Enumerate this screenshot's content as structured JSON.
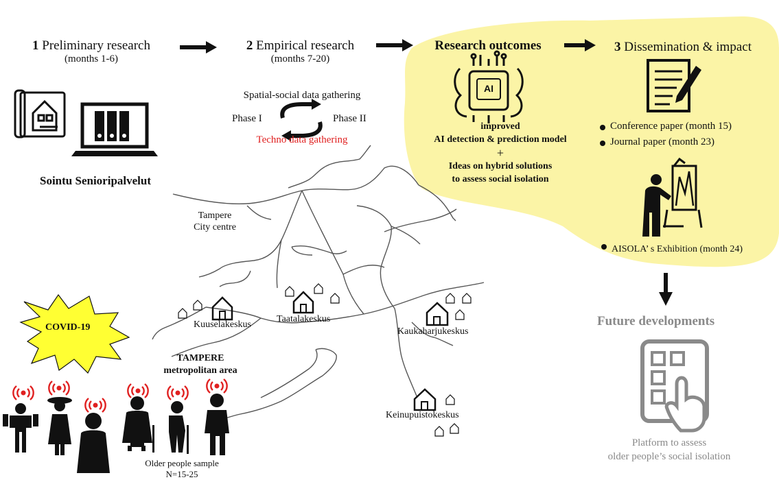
{
  "phases": {
    "p1": {
      "number": "1",
      "title": "Preliminary research",
      "period": "(months 1-6)"
    },
    "p2": {
      "number": "2",
      "title": "Empirical research",
      "period": "(months 7-20)"
    },
    "outcomes": {
      "title": "Research outcomes"
    },
    "p3": {
      "number": "3",
      "title": "Dissemination & impact"
    }
  },
  "preliminary": {
    "org": "Sointu Senioripalvelut"
  },
  "empirical": {
    "spatial": "Spatial-social data gathering",
    "phase1": "Phase I",
    "phase2": "Phase II",
    "techno": "Techno data gathering"
  },
  "outcomes": {
    "line1": "improved",
    "line2": "AI detection & prediction model",
    "plus": "+",
    "line3": "Ideas on hybrid solutions",
    "line4": "to assess social isolation",
    "chip_label": "AI"
  },
  "dissemination": {
    "items": [
      "Conference paper (month 15)",
      "Journal paper (month 23)"
    ],
    "exhibition": "AISOLA’ s Exhibition (month 24)"
  },
  "future": {
    "title": "Future developments",
    "platform_line1": "Platform to assess",
    "platform_line2": "older people’s social isolation"
  },
  "map": {
    "city_centre_line1": "Tampere",
    "city_centre_line2": "City centre",
    "centres": [
      "Kuuselakeskus",
      "Taatalakeskus",
      "Kaukaharjukeskus",
      "Keinupuistokeskus"
    ],
    "metro_line1": "TAMPERE",
    "metro_line2": "metropolitan area"
  },
  "covid": {
    "label": "COVID-19"
  },
  "sample": {
    "line1": "Older people sample",
    "line2": "N=15-25"
  },
  "colors": {
    "highlight": "#fbf4a6",
    "red": "#e02020",
    "gray": "#8a8a8a"
  }
}
